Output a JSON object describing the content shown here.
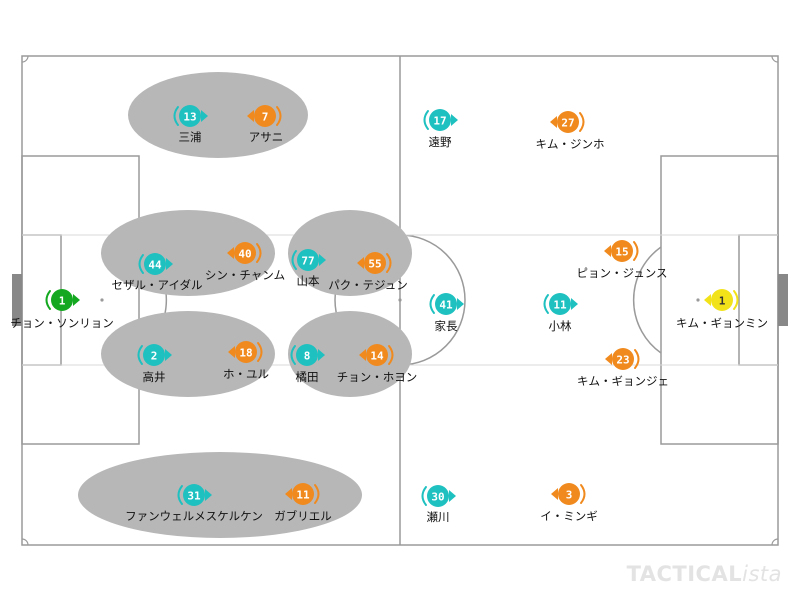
{
  "colors": {
    "line": "#9a9a9a",
    "zone": "#b7b7b7",
    "teal": "#1fc0c0",
    "orange": "#f08a1e",
    "gk_left": "#14a820",
    "gk_right": "#f2e21a",
    "number_text": "#ffffff",
    "number_text_dark": "#333333",
    "label_text": "#111111",
    "post": "#888888"
  },
  "players": [
    {
      "number": "13",
      "name": "三浦",
      "team": "teal",
      "facing": "right"
    },
    {
      "number": "7",
      "name": "アサニ",
      "team": "orange",
      "facing": "left"
    },
    {
      "number": "17",
      "name": "遠野",
      "team": "teal",
      "facing": "right"
    },
    {
      "number": "27",
      "name": "キム・ジンホ",
      "team": "orange",
      "facing": "left"
    },
    {
      "number": "44",
      "name": "セザル・アイダル",
      "team": "teal",
      "facing": "right"
    },
    {
      "number": "40",
      "name": "シン・チャンム",
      "team": "orange",
      "facing": "left"
    },
    {
      "number": "77",
      "name": "山本",
      "team": "teal",
      "facing": "right"
    },
    {
      "number": "55",
      "name": "パク・テジュン",
      "team": "orange",
      "facing": "left"
    },
    {
      "number": "15",
      "name": "ピョン・ジュンス",
      "team": "orange",
      "facing": "left"
    },
    {
      "number": "1",
      "name": "チョン・ソンリョン",
      "team": "gk_left",
      "facing": "right"
    },
    {
      "number": "41",
      "name": "家長",
      "team": "teal",
      "facing": "right"
    },
    {
      "number": "11",
      "name": "小林",
      "team": "teal",
      "facing": "right"
    },
    {
      "number": "1",
      "name": "キム・ギョンミン",
      "team": "gk_right",
      "facing": "left"
    },
    {
      "number": "2",
      "name": "高井",
      "team": "teal",
      "facing": "right"
    },
    {
      "number": "18",
      "name": "ホ・ユル",
      "team": "orange",
      "facing": "left"
    },
    {
      "number": "8",
      "name": "橘田",
      "team": "teal",
      "facing": "right"
    },
    {
      "number": "14",
      "name": "チョン・ホヨン",
      "team": "orange",
      "facing": "left"
    },
    {
      "number": "23",
      "name": "キム・ギョンジェ",
      "team": "orange",
      "facing": "left"
    },
    {
      "number": "31",
      "name": "ファンウェルメスケルケン",
      "team": "teal",
      "facing": "right"
    },
    {
      "number": "11",
      "name": "ガブリエル",
      "team": "orange",
      "facing": "left"
    },
    {
      "number": "30",
      "name": "瀬川",
      "team": "teal",
      "facing": "right"
    },
    {
      "number": "3",
      "name": "イ・ミンギ",
      "team": "orange",
      "facing": "left"
    }
  ],
  "watermark": {
    "part1": "TACTICAL",
    "part2": "ista"
  }
}
